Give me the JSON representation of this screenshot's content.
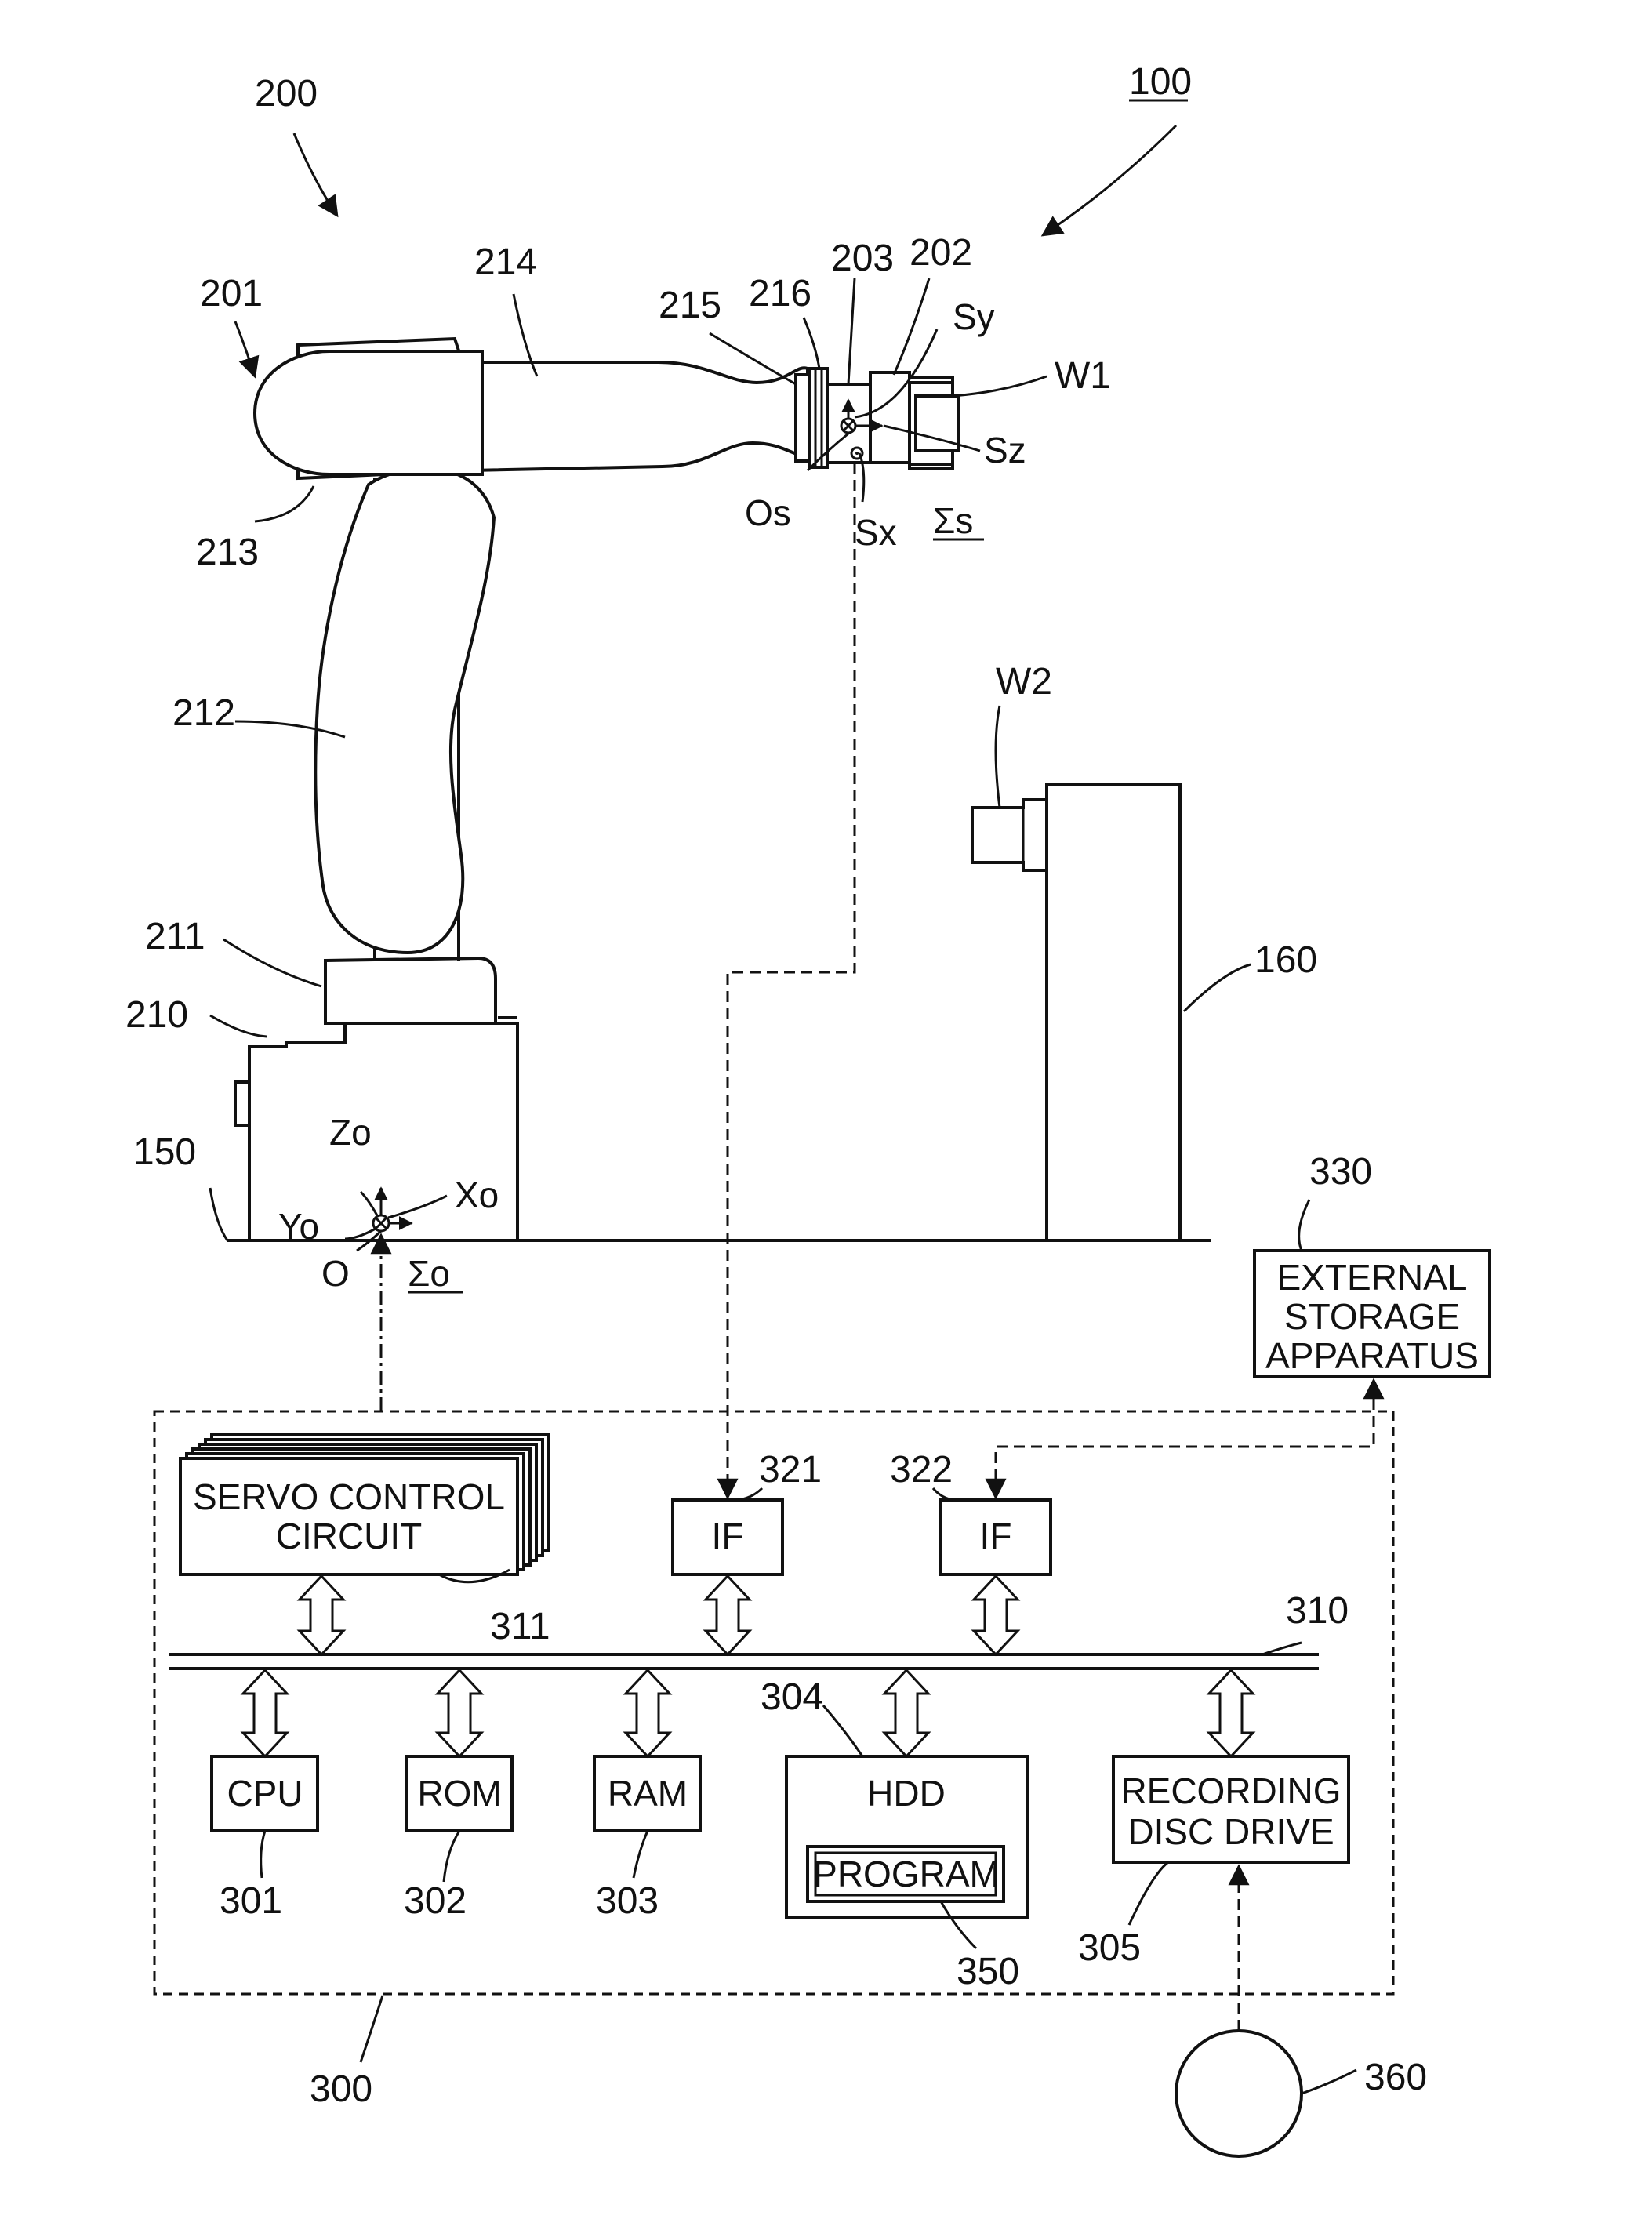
{
  "labels": {
    "ref_100": "100",
    "ref_200": "200",
    "ref_201": "201",
    "ref_202": "202",
    "ref_203": "203",
    "ref_210": "210",
    "ref_211": "211",
    "ref_212": "212",
    "ref_213": "213",
    "ref_214": "214",
    "ref_215": "215",
    "ref_216": "216",
    "ref_150": "150",
    "ref_160": "160",
    "ref_300": "300",
    "ref_301": "301",
    "ref_302": "302",
    "ref_303": "303",
    "ref_304": "304",
    "ref_305": "305",
    "ref_310": "310",
    "ref_311": "311",
    "ref_321": "321",
    "ref_322": "322",
    "ref_330": "330",
    "ref_350": "350",
    "ref_360": "360",
    "w1": "W1",
    "w2": "W2",
    "sy": "Sy",
    "sz": "Sz",
    "sx": "Sx",
    "os": "Os",
    "sigma_s": "Σs",
    "zo": "Zo",
    "xo": "Xo",
    "yo": "Yo",
    "o": "O",
    "sigma_o": "Σo"
  },
  "blocks": {
    "servo_line1": "SERVO CONTROL",
    "servo_line2": "CIRCUIT",
    "if_321": "IF",
    "if_322": "IF",
    "cpu": "CPU",
    "rom": "ROM",
    "ram": "RAM",
    "hdd": "HDD",
    "program": "PROGRAM",
    "rec_line1": "RECORDING",
    "rec_line2": "DISC DRIVE",
    "ext_line1": "EXTERNAL",
    "ext_line2": "STORAGE",
    "ext_line3": "APPARATUS"
  }
}
